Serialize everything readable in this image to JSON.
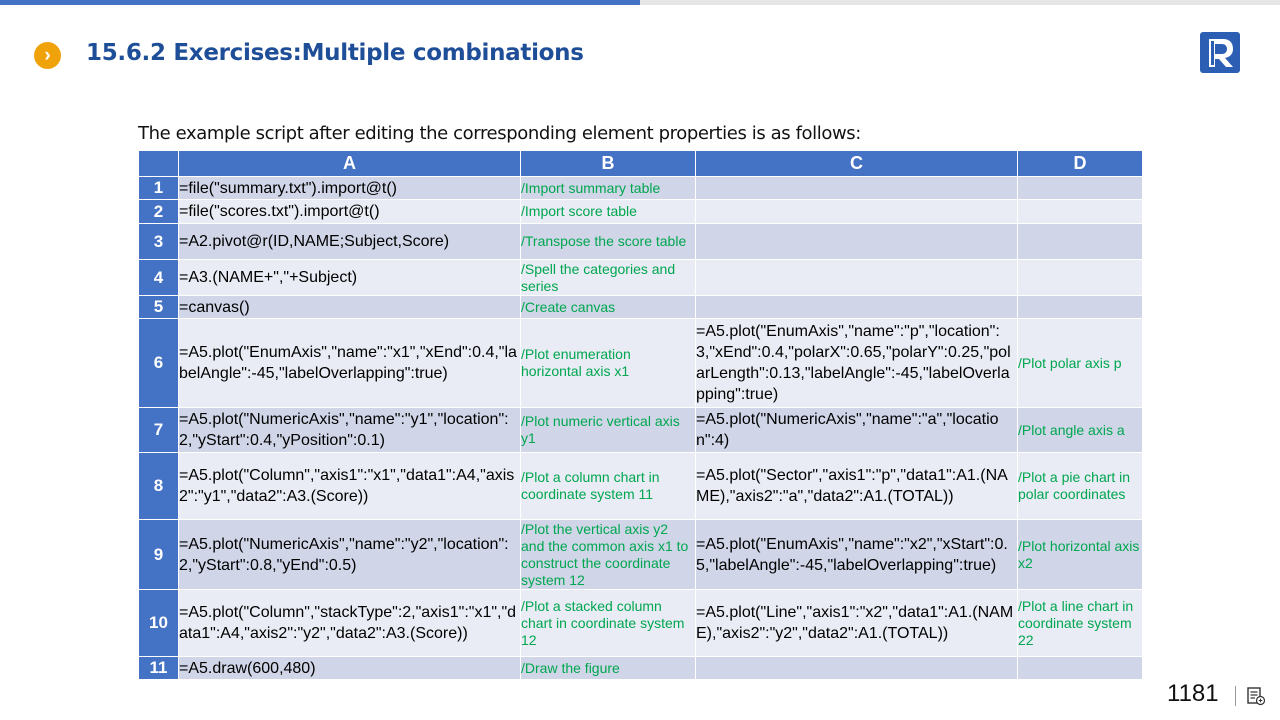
{
  "progress": 0.5,
  "title": "15.6.2 Exercises:Multiple combinations",
  "title_icon": "chevron-right-circle-icon",
  "logo_icon": "r-logo-icon",
  "colors": {
    "accent": "#4472c4",
    "title": "#1f4e99",
    "bullet": "#f0a20a",
    "comment": "#00a650",
    "row_odd": "#d0d6e8",
    "row_even": "#e9ecf4"
  },
  "intro": "The example script after editing the corresponding element properties is as follows:",
  "columns": [
    "A",
    "B",
    "C",
    "D"
  ],
  "rows": [
    {
      "num": "1",
      "a": "=file(\"summary.txt\").import@t()",
      "b": "/Import summary table",
      "c": "",
      "d": ""
    },
    {
      "num": "2",
      "a": "=file(\"scores.txt\").import@t()",
      "b": "/Import score table",
      "c": "",
      "d": ""
    },
    {
      "num": "3",
      "a": "=A2.pivot@r(ID,NAME;Subject,Score)",
      "b": "/Transpose the score table",
      "c": "",
      "d": ""
    },
    {
      "num": "4",
      "a": "=A3.(NAME+\",\"+Subject)",
      "b": "/Spell the categories and series",
      "c": "",
      "d": ""
    },
    {
      "num": "5",
      "a": "=canvas()",
      "b": "/Create canvas",
      "c": "",
      "d": ""
    },
    {
      "num": "6",
      "a": "=A5.plot(\"EnumAxis\",\"name\":\"x1\",\"xEnd\":0.4,\"labelAngle\":-45,\"labelOverlapping\":true)",
      "b": "/Plot enumeration horizontal axis x1",
      "c": "=A5.plot(\"EnumAxis\",\"name\":\"p\",\"location\":3,\"xEnd\":0.4,\"polarX\":0.65,\"polarY\":0.25,\"polarLength\":0.13,\"labelAngle\":-45,\"labelOverlapping\":true)",
      "d": "/Plot polar axis p"
    },
    {
      "num": "7",
      "a": "=A5.plot(\"NumericAxis\",\"name\":\"y1\",\"location\":2,\"yStart\":0.4,\"yPosition\":0.1)",
      "b": "/Plot numeric vertical axis y1",
      "c": "=A5.plot(\"NumericAxis\",\"name\":\"a\",\"location\":4)",
      "d": "/Plot angle axis a"
    },
    {
      "num": "8",
      "a": "=A5.plot(\"Column\",\"axis1\":\"x1\",\"data1\":A4,\"axis2\":\"y1\",\"data2\":A3.(Score))",
      "b": "/Plot a column chart in coordinate system 11",
      "c": "=A5.plot(\"Sector\",\"axis1\":\"p\",\"data1\":A1.(NAME),\"axis2\":\"a\",\"data2\":A1.(TOTAL))",
      "d": "/Plot a pie chart in polar coordinates"
    },
    {
      "num": "9",
      "a": "=A5.plot(\"NumericAxis\",\"name\":\"y2\",\"location\":2,\"yStart\":0.8,\"yEnd\":0.5)",
      "b": "/Plot the vertical axis y2 and the common axis x1 to construct the coordinate system 12",
      "c": "=A5.plot(\"EnumAxis\",\"name\":\"x2\",\"xStart\":0.5,\"labelAngle\":-45,\"labelOverlapping\":true)",
      "d": "/Plot horizontal axis x2"
    },
    {
      "num": "10",
      "a": "=A5.plot(\"Column\",\"stackType\":2,\"axis1\":\"x1\",\"data1\":A4,\"axis2\":\"y2\",\"data2\":A3.(Score))",
      "b": "/Plot a stacked column chart in coordinate system 12",
      "c": "=A5.plot(\"Line\",\"axis1\":\"x2\",\"data1\":A1.(NAME),\"axis2\":\"y2\",\"data2\":A1.(TOTAL))",
      "d": "/Plot a line chart in coordinate system 22"
    },
    {
      "num": "11",
      "a": "=A5.draw(600,480)",
      "b": "/Draw the figure",
      "c": "",
      "d": ""
    }
  ],
  "page_number": "1181",
  "notes_icon": "notes-icon"
}
